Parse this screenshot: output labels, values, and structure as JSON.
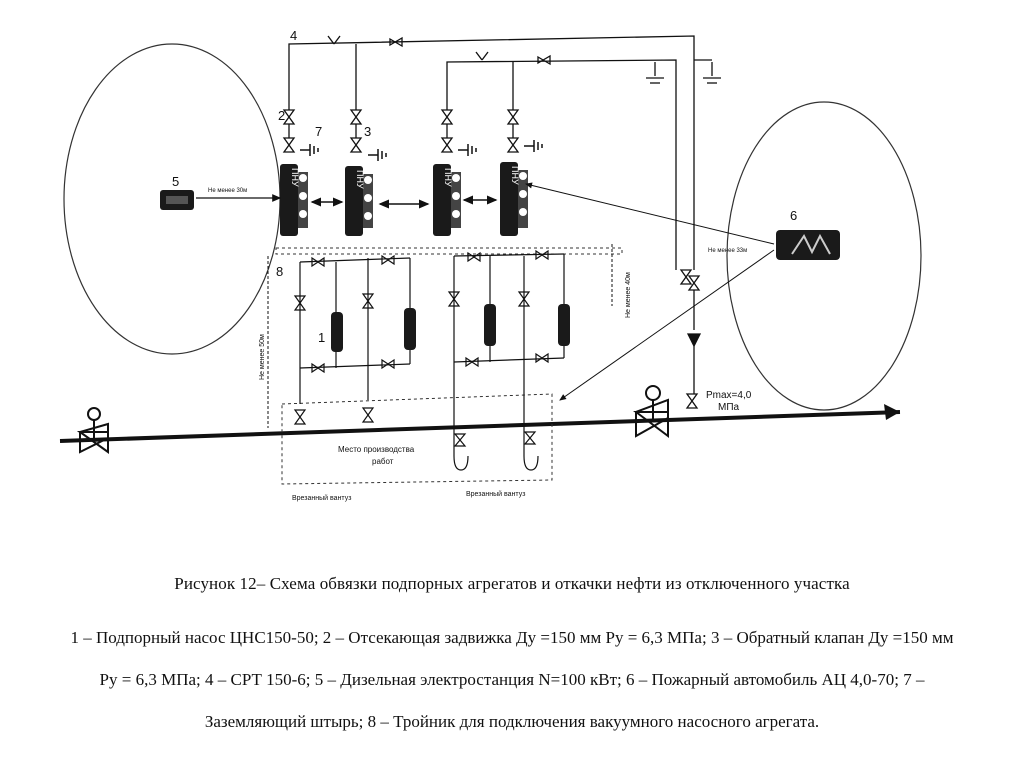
{
  "diagram": {
    "labels": {
      "n1": "1",
      "n2": "2",
      "n3": "3",
      "n4": "4",
      "n5": "5",
      "n6": "6",
      "n7": "7",
      "n8": "8",
      "pump": "ПНУ",
      "dist_30": "Не менее 30м",
      "dist_50": "Не менее 50м",
      "dist_40": "Не менее 40м",
      "dist_33": "Не менее 33м",
      "pmax": "Pmax=4,0",
      "pmax_unit": "МПа",
      "work_place": "Место производства",
      "work_place2": "работ",
      "contour_left": "Врезанный вантуз",
      "contour_right": "Врезанный вантуз"
    }
  },
  "caption": {
    "title": "Рисунок 12– Схема обвязки подпорных агрегатов и откачки нефти из отключенного участка",
    "line1": "1 – Подпорный насос ЦНС150-50; 2 – Отсекающая задвижка Ду =150 мм Ру = 6,3 МПа; 3 – Обратный клапан Ду =150 мм",
    "line2": "Ру = 6,3 МПа; 4 – СРТ 150-6; 5 – Дизельная электростанция N=100 кВт; 6 – Пожарный автомобиль АЦ 4,0-70; 7 –",
    "line3": "Заземляющий штырь; 8 – Тройник для подключения вакуумного насосного агрегата."
  }
}
